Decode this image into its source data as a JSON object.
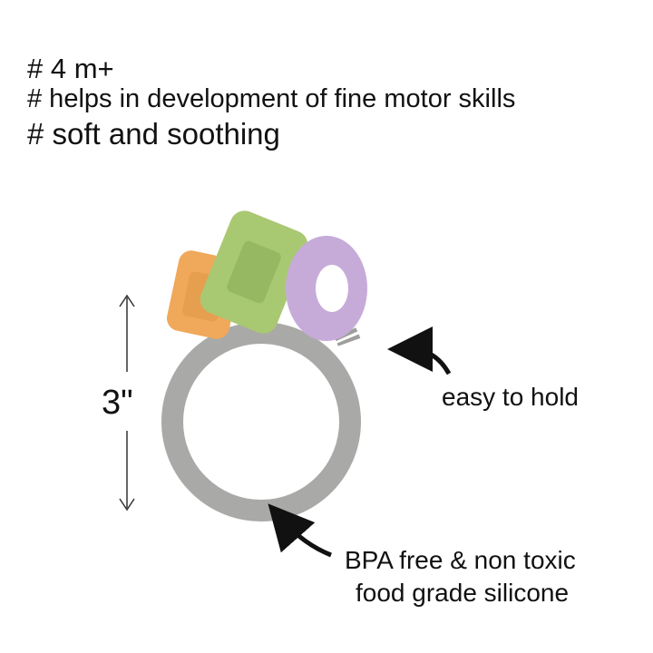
{
  "features": [
    "# 4 m+",
    "# helps in development of fine motor skills",
    "# soft and soothing"
  ],
  "size_label": "3\"",
  "callouts": {
    "grip": "easy to hold",
    "material_line1": "BPA free & non toxic",
    "material_line2": "food grade silicone"
  },
  "colors": {
    "ring": "#a9aaa8",
    "orange": "#f0a85a",
    "green": "#a9c872",
    "purple": "#c6abd9"
  }
}
